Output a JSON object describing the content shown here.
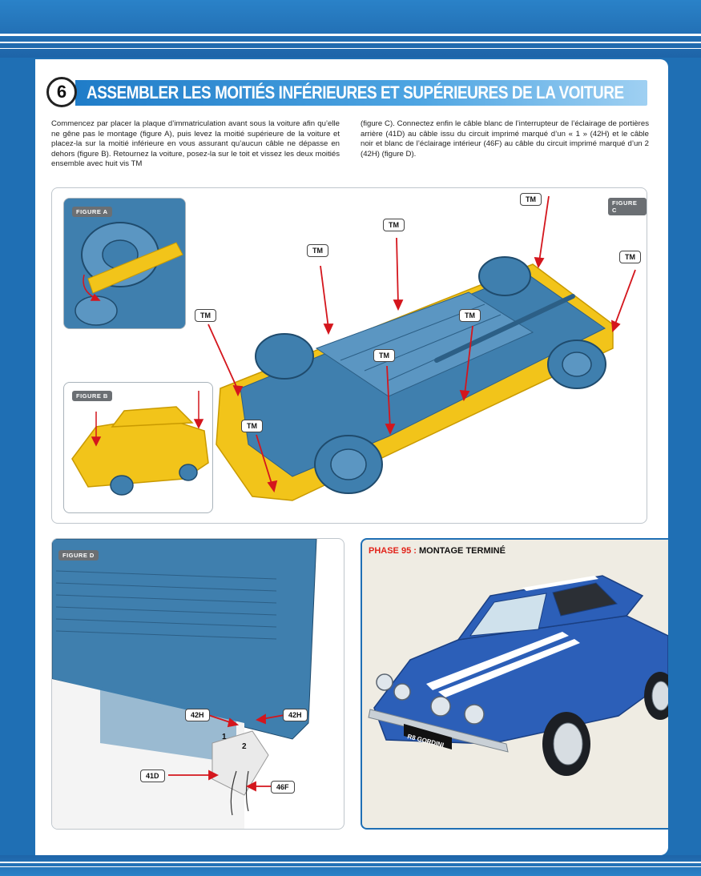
{
  "step": {
    "number": "6",
    "title": "ASSEMBLER LES MOITIÉS INFÉRIEURES ET SUPÉRIEURES DE LA VOITURE"
  },
  "instructions": {
    "left": "Commencez par placer la plaque d’immatriculation avant sous la voiture afin qu’elle ne gêne pas le montage (figure A), puis levez la moitié supérieure de la voiture et placez-la sur la moitié inférieure en vous assurant qu’aucun câble ne dépasse en dehors (figure B). Retournez la voiture, posez-la sur le toit et vissez les deux moitiés ensemble avec huit vis TM",
    "right": "(figure C). Connectez enfin le câble blanc de l’interrupteur de l’éclairage de portières arrière (41D) au câble issu du circuit imprimé marqué d’un « 1 » (42H) et le câble noir et blanc de l’éclairage intérieur (46F) au câble du circuit imprimé marqué d’un 2 (42H) (figure D)."
  },
  "figures": {
    "a": "FIGURE A",
    "b": "FIGURE B",
    "c": "FIGURE C",
    "d": "FIGURE D"
  },
  "screw_tag": "TM",
  "wire_tags": {
    "h_left": "42H",
    "h_right": "42H",
    "d41": "41D",
    "f46": "46F",
    "one": "1",
    "two": "2"
  },
  "phase": {
    "number": "PHASE 95 :",
    "label": "MONTAGE TERMINÉ"
  },
  "plate_text": "R8 GORDINI",
  "colors": {
    "brand_blue": "#1f6fb4",
    "part_blue": "#3f7fae",
    "part_yellow": "#f2c41a",
    "arrow_red": "#d4161d",
    "car_blue": "#2c5fb8"
  }
}
